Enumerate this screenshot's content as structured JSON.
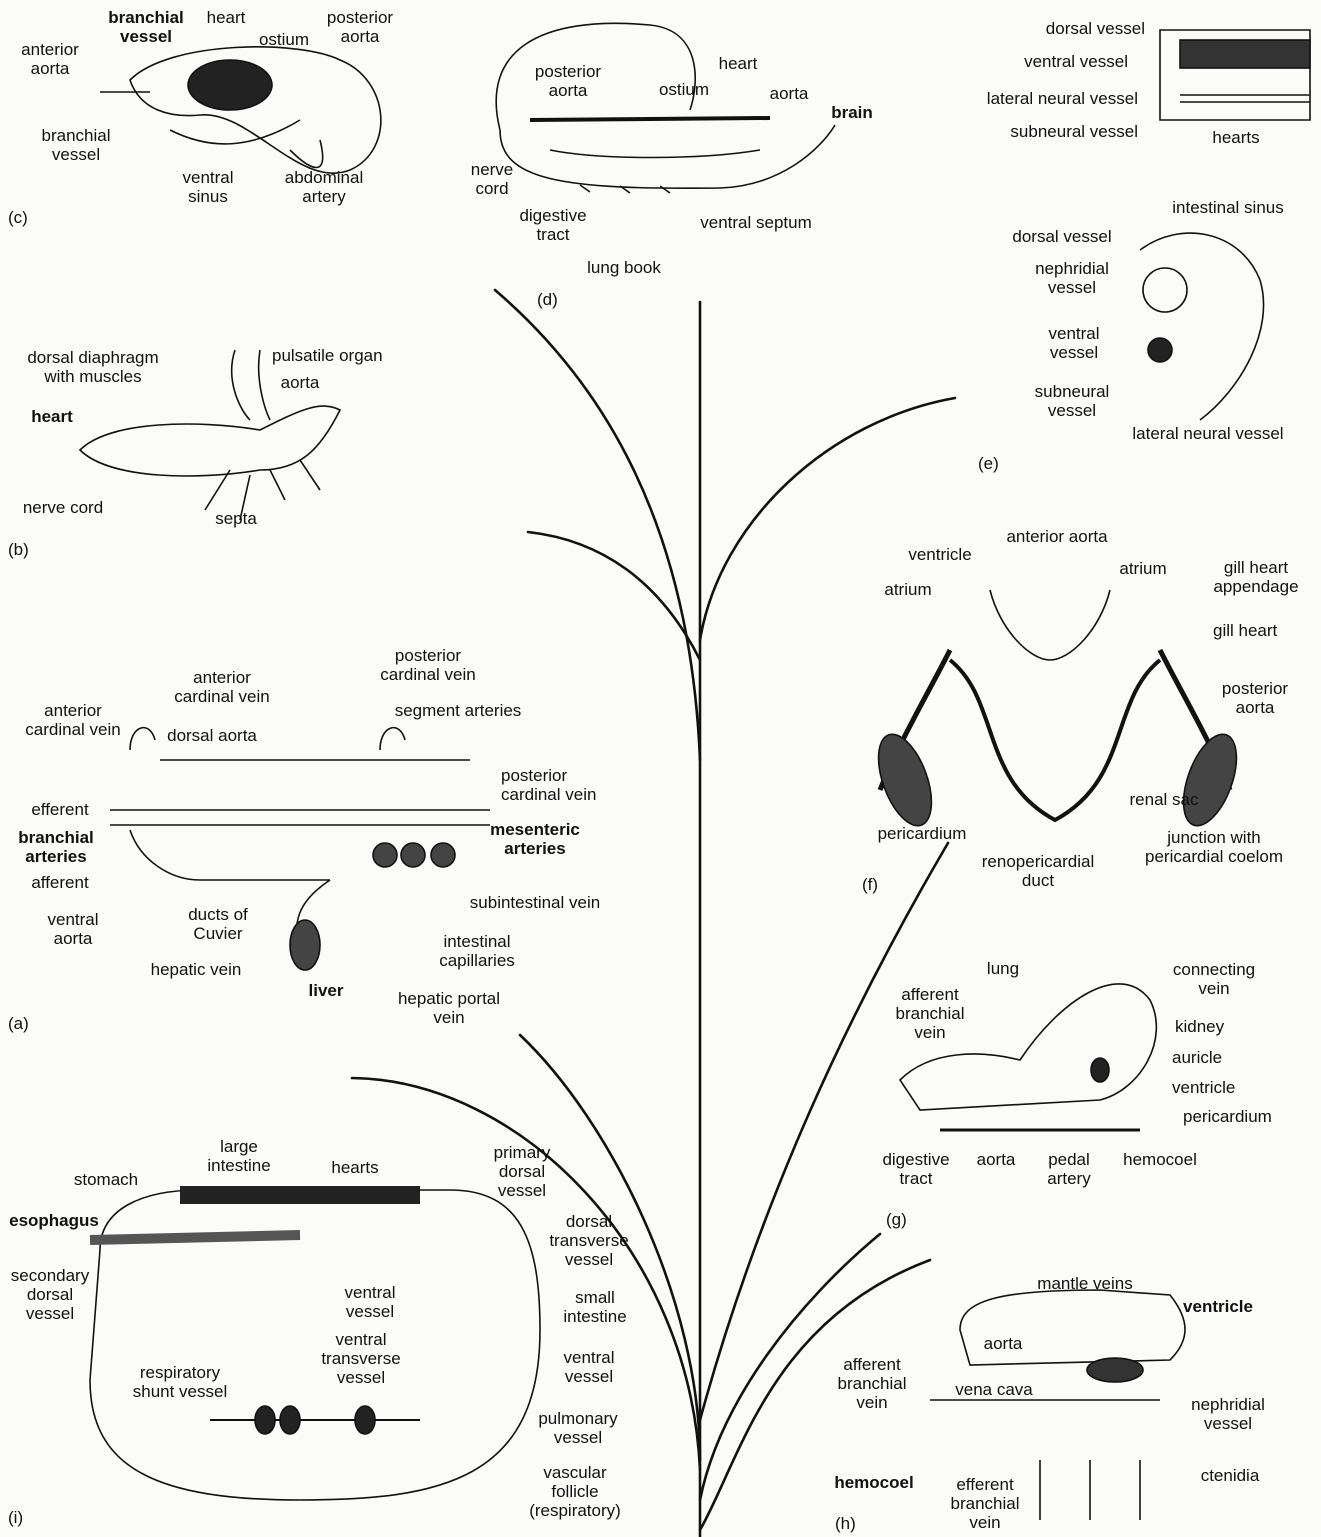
{
  "panels": {
    "c": {
      "letter": "(c)",
      "labels": [
        "branchial\nvessel",
        "heart",
        "posterior\naorta",
        "anterior\naorta",
        "ostium",
        "branchial\nvessel",
        "ventral\nsinus",
        "abdominal\nartery"
      ]
    },
    "d": {
      "letter": "(d)",
      "labels": [
        "posterior\naorta",
        "heart",
        "ostium",
        "aorta",
        "brain",
        "nerve\ncord",
        "digestive\ntract",
        "ventral septum",
        "lung book"
      ]
    },
    "e": {
      "letter": "(e)",
      "labels": [
        "dorsal vessel",
        "ventral vessel",
        "lateral neural vessel",
        "subneural vessel",
        "hearts",
        "intestinal sinus",
        "dorsal vessel",
        "nephridial\nvessel",
        "ventral\nvessel",
        "subneural\nvessel",
        "lateral neural vessel"
      ]
    },
    "b": {
      "letter": "(b)",
      "labels": [
        "dorsal diaphragm\nwith muscles",
        "pulsatile organ",
        "aorta",
        "heart",
        "nerve cord",
        "septa"
      ]
    },
    "f": {
      "letter": "(f)",
      "labels": [
        "anterior aorta",
        "ventricle",
        "atrium",
        "atrium",
        "gill heart\nappendage",
        "gill heart",
        "posterior\naorta",
        "renal sac",
        "pericardium",
        "junction with\npericardial coelom",
        "renopericardial\nduct"
      ]
    },
    "a": {
      "letter": "(a)",
      "labels": [
        "anterior\ncardinal vein",
        "posterior\ncardinal vein",
        "anterior\ncardinal vein",
        "dorsal aorta",
        "segment arteries",
        "posterior\ncardinal vein",
        "efferent",
        "branchial\narteries",
        "afferent",
        "mesenteric\narteries",
        "ventral\naorta",
        "ducts of\nCuvier",
        "subintestinal vein",
        "intestinal\ncapillaries",
        "hepatic vein",
        "liver",
        "hepatic portal\nvein"
      ]
    },
    "g": {
      "letter": "(g)",
      "labels": [
        "lung",
        "connecting\nvein",
        "afferent\nbranchial\nvein",
        "kidney",
        "auricle",
        "ventricle",
        "pericardium",
        "digestive\ntract",
        "aorta",
        "pedal\nartery",
        "hemocoel"
      ]
    },
    "i": {
      "letter": "(i)",
      "labels": [
        "large\nintestine",
        "stomach",
        "hearts",
        "primary\ndorsal\nvessel",
        "esophagus",
        "dorsal\ntransverse\nvessel",
        "secondary\ndorsal\nvessel",
        "ventral\nvessel",
        "small\nintestine",
        "ventral\ntransverse\nvessel",
        "respiratory\nshunt vessel",
        "ventral\nvessel",
        "pulmonary\nvessel",
        "vascular\nfollicle\n(respiratory)"
      ]
    },
    "h": {
      "letter": "(h)",
      "labels": [
        "mantle veins",
        "ventricle",
        "aorta",
        "afferent\nbranchial\nvein",
        "vena cava",
        "nephridial\nvessel",
        "hemocoel",
        "efferent\nbranchial\nvein",
        "ctenidia"
      ]
    }
  }
}
